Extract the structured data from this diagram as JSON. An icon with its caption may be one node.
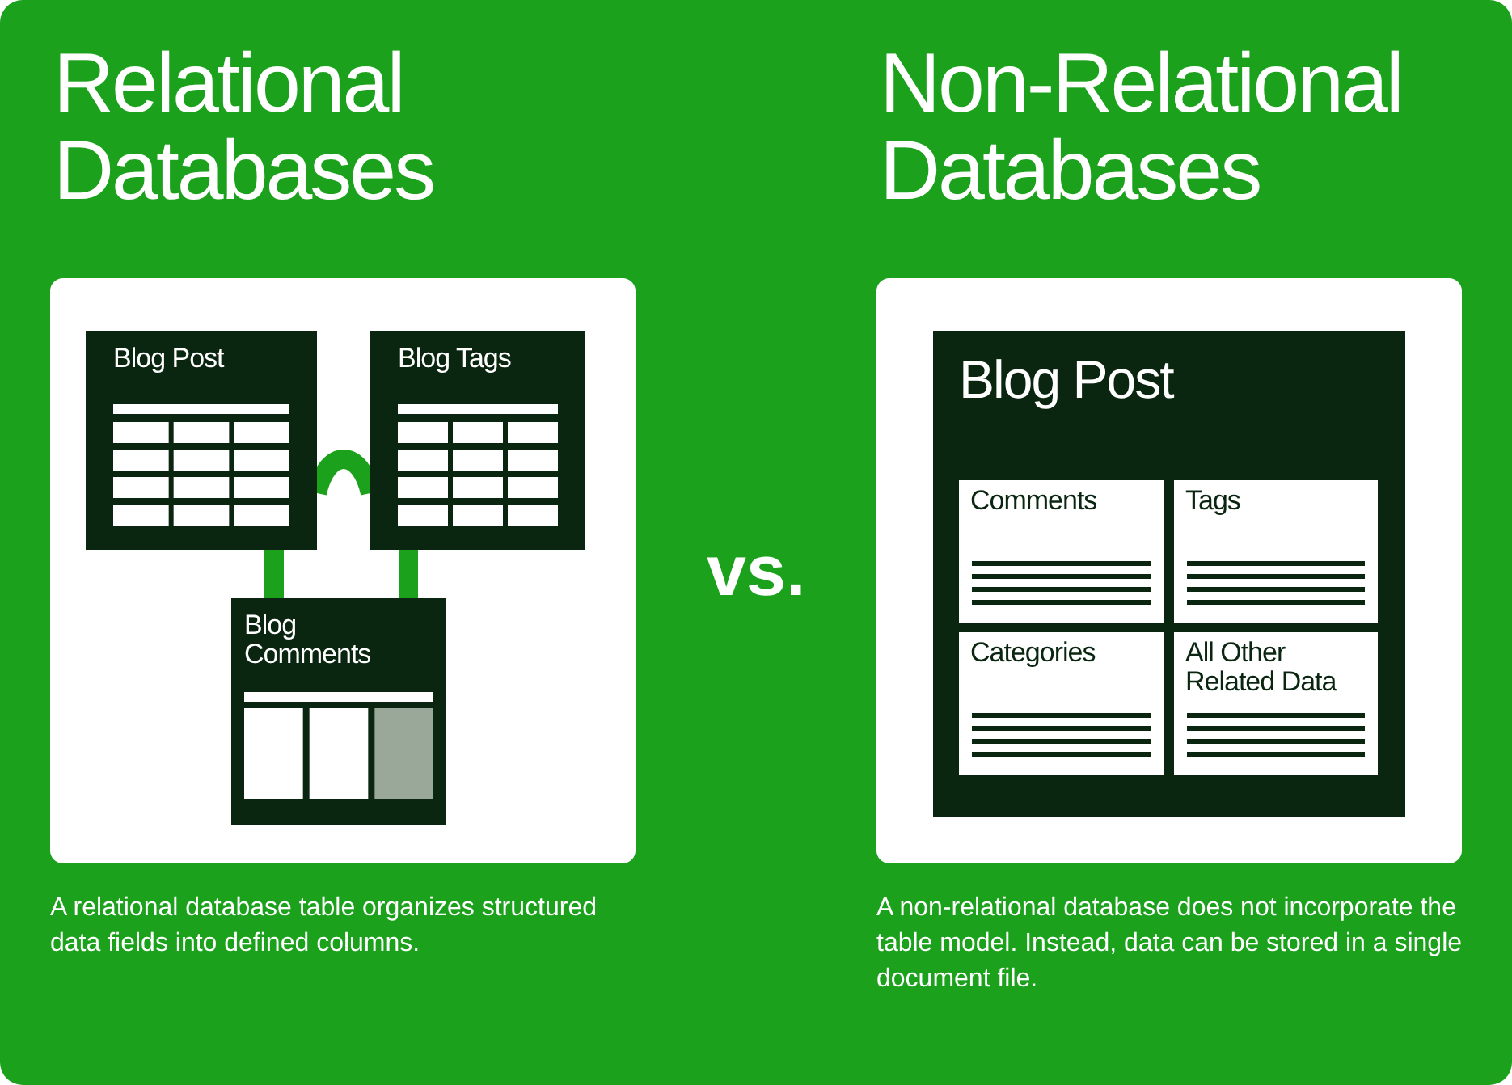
{
  "diagram": {
    "nodes": [
      {
        "text": [
          "Relational Databases"
        ],
        "beside": [
          "A relational database table organizes structured data fields into defined columns."
        ]
      },
      {
        "text": [
          "Blog Post"
        ],
        "in": 0
      },
      {
        "text": [
          "Blog Tags"
        ],
        "in": 0
      },
      {
        "text": [
          "Blog Comments"
        ],
        "in": 0
      },
      {
        "text": [
          "Non-Relational Databases"
        ],
        "beside": [
          "A non-relational database does not incorporate the table model. Instead, data can be stored in a single document file."
        ]
      },
      {
        "text": [
          "Blog Post"
        ],
        "in": 4
      },
      {
        "text": [
          "Comments"
        ],
        "in": 5
      },
      {
        "text": [
          "Tags"
        ],
        "in": 5
      },
      {
        "text": [
          "Categories"
        ],
        "in": 5
      },
      {
        "text": [
          "All Other Related Data"
        ],
        "in": 5
      }
    ],
    "edges": [
      {
        "from": 1,
        "to": 2,
        "arrow": "none"
      },
      {
        "from": 1,
        "to": 3,
        "arrow": "none"
      },
      {
        "from": 2,
        "to": 3,
        "arrow": "none"
      }
    ],
    "labels": [
      "vs."
    ]
  }
}
